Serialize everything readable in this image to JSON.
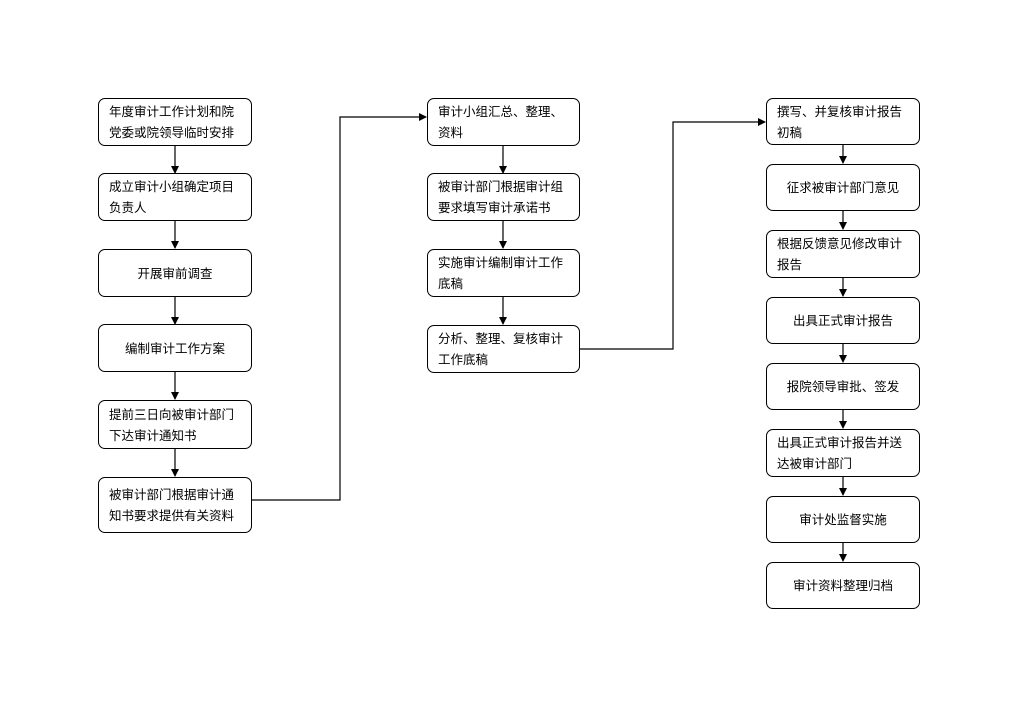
{
  "columns": [
    {
      "steps": [
        "年度审计工作计划和院党委或院领导临时安排",
        "成立审计小组确定项目负责人",
        "开展审前调查",
        "编制审计工作方案",
        "提前三日向被审计部门下达审计通知书",
        "被审计部门根据审计通知书要求提供有关资料"
      ]
    },
    {
      "steps": [
        "审计小组汇总、整理、资料",
        "被审计部门根据审计组要求填写审计承诺书",
        "实施审计编制审计工作底稿",
        "分析、整理、复核审计工作底稿"
      ]
    },
    {
      "steps": [
        "撰写、并复核审计报告初稿",
        "征求被审计部门意见",
        "根据反馈意见修改审计报告",
        "出具正式审计报告",
        "报院领导审批、签发",
        "出具正式审计报告并送达被审计部门",
        "审计处监督实施",
        "审计资料整理归档"
      ]
    }
  ]
}
